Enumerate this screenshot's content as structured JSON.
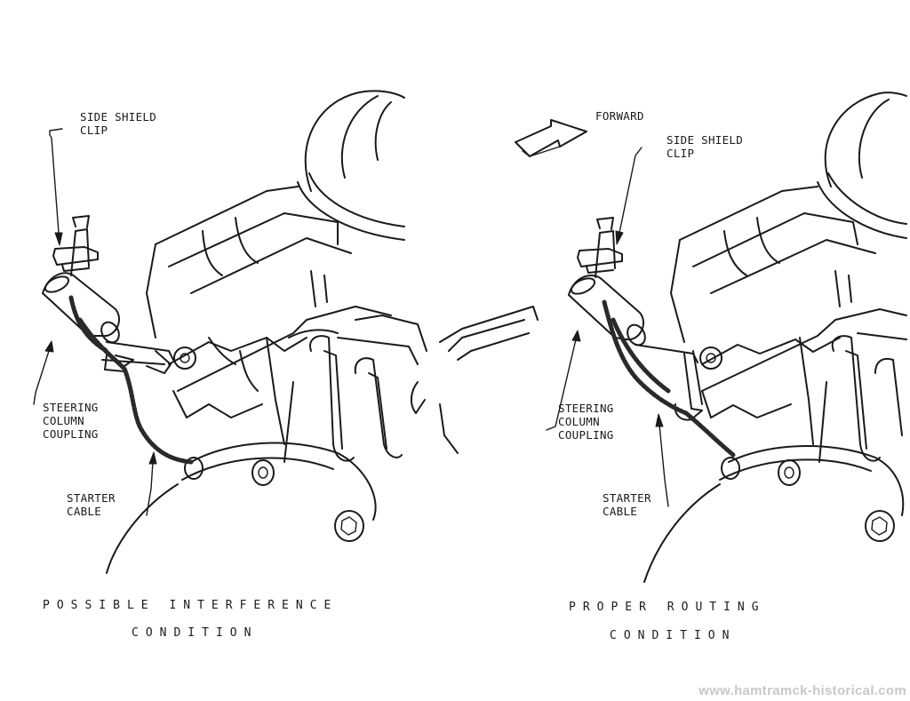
{
  "left_panel": {
    "side_shield_clip": "SIDE SHIELD\nCLIP",
    "steering_column_coupling": "STEERING\nCOLUMN\nCOUPLING",
    "starter_cable": "STARTER\nCABLE",
    "caption_line1": "POSSIBLE INTERFERENCE",
    "caption_line2": "CONDITION"
  },
  "right_panel": {
    "forward": "FORWARD",
    "side_shield_clip": "SIDE SHIELD\nCLIP",
    "steering_column_coupling": "STEERING\nCOLUMN\nCOUPLING",
    "starter_cable": "STARTER\nCABLE",
    "caption_line1": "PROPER ROUTING",
    "caption_line2": "CONDITION"
  },
  "watermark": "www.hamtramck-historical.com"
}
